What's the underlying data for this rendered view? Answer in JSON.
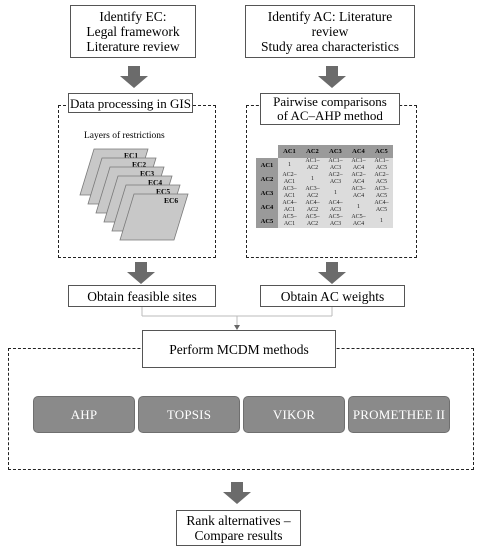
{
  "identify_ec": {
    "text": "Identify EC:\nLegal framework\nLiterature review"
  },
  "identify_ac": {
    "text": "Identify AC: Literature\nreview\nStudy area characteristics"
  },
  "gis": {
    "title": "Data processing in GIS",
    "layers_title": "Layers of restrictions",
    "layers": [
      "EC1",
      "EC2",
      "EC3",
      "EC4",
      "EC5",
      "EC6"
    ]
  },
  "pairwise": {
    "title": "Pairwise comparisons\nof AC–AHP method",
    "headers": [
      "AC1",
      "AC2",
      "AC3",
      "AC4",
      "AC5"
    ],
    "rows": [
      {
        "label": "AC1",
        "cells": [
          "1",
          "AC1–\nAC2",
          "AC1–\nAC3",
          "AC1–\nAC4",
          "AC1–\nAC5"
        ]
      },
      {
        "label": "AC2",
        "cells": [
          "AC2–\nAC1",
          "1",
          "AC2–\nAC3",
          "AC2–\nAC4",
          "AC2–\nAC5"
        ]
      },
      {
        "label": "AC3",
        "cells": [
          "AC3–\nAC1",
          "AC3–\nAC2",
          "1",
          "AC3–\nAC4",
          "AC3–\nAC5"
        ]
      },
      {
        "label": "AC4",
        "cells": [
          "AC4–\nAC1",
          "AC4–\nAC2",
          "AC4–\nAC3",
          "1",
          "AC4–\nAC5"
        ]
      },
      {
        "label": "AC5",
        "cells": [
          "AC5–\nAC1",
          "AC5–\nAC2",
          "AC5–\nAC3",
          "AC5–\nAC4",
          "1"
        ]
      }
    ]
  },
  "feasible": {
    "text": "Obtain feasible sites"
  },
  "weights": {
    "text": "Obtain AC weights"
  },
  "mcdm": {
    "title": "Perform MCDM methods",
    "methods": [
      "AHP",
      "TOPSIS",
      "VIKOR",
      "PROMETHEE II"
    ]
  },
  "rank": {
    "text": "Rank alternatives –\nCompare results"
  },
  "colors": {
    "arrow": "#6b6b6b",
    "method_fill": "#8a8a8a",
    "layer_fill": "#c8c8c8"
  }
}
